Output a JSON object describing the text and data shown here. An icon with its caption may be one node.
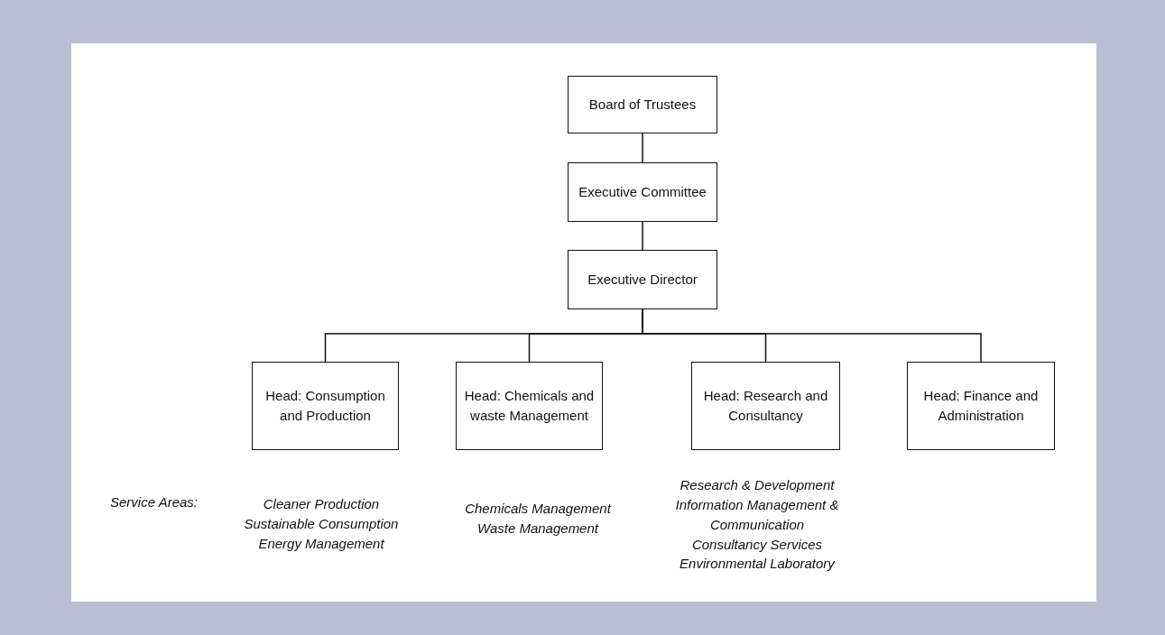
{
  "diagram": {
    "nodes": [
      {
        "text": [
          "Board of Trustees"
        ]
      },
      {
        "text": [
          "Executive Committee"
        ]
      },
      {
        "text": [
          "Executive Director"
        ]
      },
      {
        "text": [
          "Head: Consumption and Production"
        ]
      },
      {
        "text": [
          "Head: Chemicals and waste Management"
        ]
      },
      {
        "text": [
          "Head: Research and Consultancy"
        ]
      },
      {
        "text": [
          "Head: Finance and Administration"
        ]
      }
    ],
    "edges": [
      {
        "from": 0,
        "to": 1,
        "arrow": "none"
      },
      {
        "from": 1,
        "to": 2,
        "arrow": "none"
      },
      {
        "from": 2,
        "to": 3,
        "arrow": "none"
      },
      {
        "from": 2,
        "to": 4,
        "arrow": "none"
      },
      {
        "from": 2,
        "to": 5,
        "arrow": "none"
      },
      {
        "from": 2,
        "to": 6,
        "arrow": "none"
      }
    ],
    "labels": [
      "Service Areas:",
      "Cleaner Production",
      "Sustainable Consumption",
      "Energy Management",
      "Chemicals Management",
      "Waste Management",
      "Research &  Development",
      "Information Management & Communication",
      "Consultancy Services",
      "Environmental Laboratory"
    ]
  }
}
